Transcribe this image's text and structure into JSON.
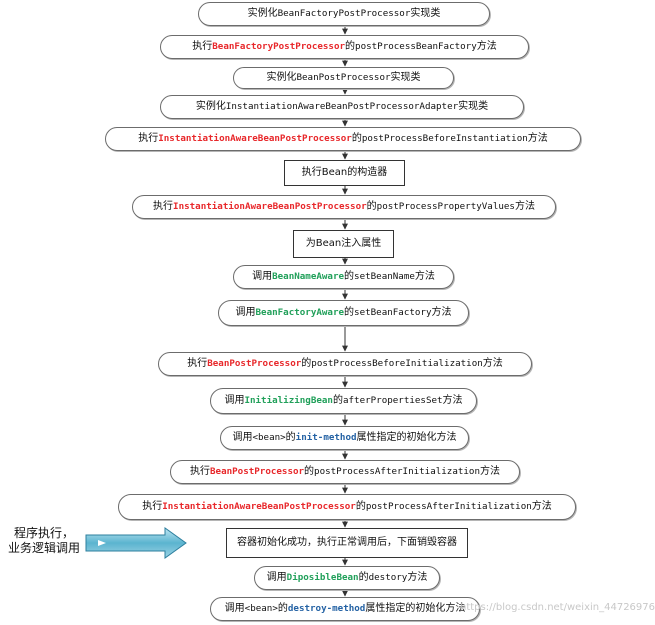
{
  "nodes": [
    {
      "id": "n1",
      "shape": "pill",
      "segments": [
        {
          "t": "实例化"
        },
        {
          "t": "BeanFactoryPostProcessor",
          "f": "mono"
        },
        {
          "t": "实现类"
        }
      ]
    },
    {
      "id": "n2",
      "shape": "pill",
      "segments": [
        {
          "t": "执行"
        },
        {
          "t": "BeanFactoryPostProcessor",
          "f": "mono",
          "c": "red"
        },
        {
          "t": "的"
        },
        {
          "t": "postProcessBeanFactory",
          "f": "mono"
        },
        {
          "t": "方法"
        }
      ]
    },
    {
      "id": "n3",
      "shape": "pill",
      "segments": [
        {
          "t": "实例化"
        },
        {
          "t": "BeanPostProcessor",
          "f": "mono"
        },
        {
          "t": "实现类"
        }
      ]
    },
    {
      "id": "n4",
      "shape": "pill",
      "segments": [
        {
          "t": "实例化"
        },
        {
          "t": "InstantiationAwareBeanPostProcessorAdapter",
          "f": "mono"
        },
        {
          "t": "实现类"
        }
      ]
    },
    {
      "id": "n5",
      "shape": "pill",
      "segments": [
        {
          "t": "执行"
        },
        {
          "t": "InstantiationAwareBeanPostProcessor",
          "f": "mono",
          "c": "red"
        },
        {
          "t": "的"
        },
        {
          "t": "postProcessBeforeInstantiation",
          "f": "mono"
        },
        {
          "t": "方法"
        }
      ]
    },
    {
      "id": "n6",
      "shape": "rect",
      "segments": [
        {
          "t": "执行Bean的构造器"
        }
      ]
    },
    {
      "id": "n7",
      "shape": "pill",
      "segments": [
        {
          "t": "执行"
        },
        {
          "t": "InstantiationAwareBeanPostProcessor",
          "f": "mono",
          "c": "red"
        },
        {
          "t": "的"
        },
        {
          "t": "postProcessPropertyValues",
          "f": "mono"
        },
        {
          "t": "方法"
        }
      ]
    },
    {
      "id": "n8",
      "shape": "rect",
      "segments": [
        {
          "t": "为Bean注入属性"
        }
      ]
    },
    {
      "id": "n9",
      "shape": "pill",
      "segments": [
        {
          "t": "调用"
        },
        {
          "t": "BeanNameAware",
          "f": "mono",
          "c": "green"
        },
        {
          "t": "的"
        },
        {
          "t": "setBeanName",
          "f": "mono"
        },
        {
          "t": "方法"
        }
      ]
    },
    {
      "id": "n10",
      "shape": "pill",
      "segments": [
        {
          "t": "调用"
        },
        {
          "t": "BeanFactoryAware",
          "f": "mono",
          "c": "green"
        },
        {
          "t": "的"
        },
        {
          "t": "setBeanFactory",
          "f": "mono"
        },
        {
          "t": "方法"
        }
      ]
    },
    {
      "id": "n11",
      "shape": "pill",
      "segments": [
        {
          "t": "执行"
        },
        {
          "t": "BeanPostProcessor",
          "f": "mono",
          "c": "red"
        },
        {
          "t": "的"
        },
        {
          "t": "postProcessBeforeInitialization",
          "f": "mono"
        },
        {
          "t": "方法"
        }
      ]
    },
    {
      "id": "n12",
      "shape": "pill",
      "segments": [
        {
          "t": "调用"
        },
        {
          "t": "InitializingBean",
          "f": "mono",
          "c": "green"
        },
        {
          "t": "的"
        },
        {
          "t": "afterPropertiesSet",
          "f": "mono"
        },
        {
          "t": "方法"
        }
      ]
    },
    {
      "id": "n13",
      "shape": "pill",
      "segments": [
        {
          "t": "调用"
        },
        {
          "t": "<bean>",
          "f": "mono"
        },
        {
          "t": "的"
        },
        {
          "t": "init-method",
          "f": "mono",
          "c": "blue"
        },
        {
          "t": "属性指定的初始化方法"
        }
      ]
    },
    {
      "id": "n14",
      "shape": "pill",
      "segments": [
        {
          "t": "执行"
        },
        {
          "t": "BeanPostProcessor",
          "f": "mono",
          "c": "red"
        },
        {
          "t": "的"
        },
        {
          "t": "postProcessAfterInitialization",
          "f": "mono"
        },
        {
          "t": "方法"
        }
      ]
    },
    {
      "id": "n15",
      "shape": "pill",
      "segments": [
        {
          "t": "执行"
        },
        {
          "t": "InstantiationAwareBeanPostProcessor",
          "f": "mono",
          "c": "red"
        },
        {
          "t": "的"
        },
        {
          "t": "postProcessAfterInitialization",
          "f": "mono"
        },
        {
          "t": "方法"
        }
      ]
    },
    {
      "id": "n16",
      "shape": "rect",
      "segments": [
        {
          "t": "容器初始化成功，执行正常调用后，下面销毁容器"
        }
      ]
    },
    {
      "id": "n17",
      "shape": "pill",
      "segments": [
        {
          "t": "调用"
        },
        {
          "t": "DiposibleBean",
          "f": "mono",
          "c": "green"
        },
        {
          "t": "的"
        },
        {
          "t": "destory",
          "f": "mono"
        },
        {
          "t": "方法"
        }
      ]
    },
    {
      "id": "n18",
      "shape": "pill",
      "segments": [
        {
          "t": "调用"
        },
        {
          "t": "<bean>",
          "f": "mono"
        },
        {
          "t": "的"
        },
        {
          "t": "destroy-method",
          "f": "mono",
          "c": "blue"
        },
        {
          "t": "属性指定的初始化方法"
        }
      ]
    }
  ],
  "side_note": {
    "line1": "程序执行，",
    "line2": "业务逻辑调用"
  },
  "watermark": "https://blog.csdn.net/weixin_44726976",
  "colors": {
    "red": "#e8282b",
    "green": "#21a05a",
    "blue": "#2462a4",
    "arrow_fill": "#5bb4cf",
    "arrow_stroke": "#2d7f9e",
    "line": "#333333"
  }
}
